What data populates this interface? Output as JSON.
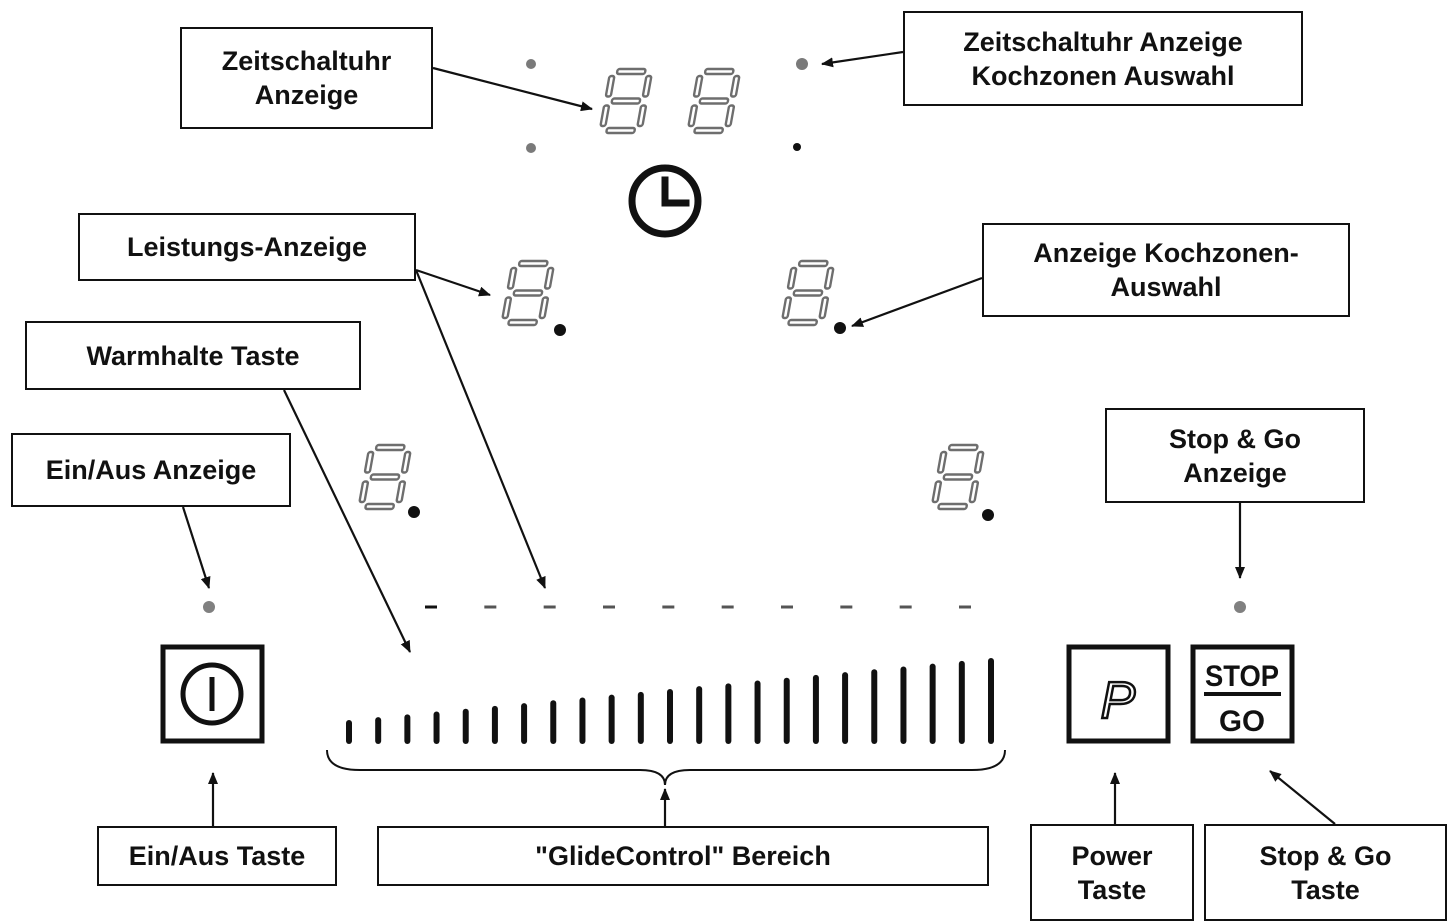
{
  "labels": {
    "timer_display": [
      "Zeitschaltuhr",
      "Anzeige"
    ],
    "timer_zone_select": [
      "Zeitschaltuhr Anzeige",
      "Kochzonen Auswahl"
    ],
    "power_display": [
      "Leistungs-Anzeige"
    ],
    "zone_select_display": [
      "Anzeige Kochzonen-",
      "Auswahl"
    ],
    "keep_warm_key": [
      "Warmhalte Taste"
    ],
    "on_off_display": [
      "Ein/Aus Anzeige"
    ],
    "stop_go_display": [
      "Stop & Go",
      "Anzeige"
    ],
    "on_off_key": [
      "Ein/Aus Taste"
    ],
    "glidecontrol_area": [
      "\"GlideControl\" Bereich"
    ],
    "power_key": [
      "Power",
      "Taste"
    ],
    "stop_go_key": [
      "Stop & Go",
      "Taste"
    ]
  },
  "keys": {
    "power_glyph": "P",
    "stop_top": "STOP",
    "stop_bottom": "GO"
  },
  "slider": {
    "bar_count": 23,
    "dash_count": 10
  },
  "colors": {
    "ink": "#111111",
    "segment_gray": "#6e6e6e",
    "indicator_gray": "#808080"
  }
}
